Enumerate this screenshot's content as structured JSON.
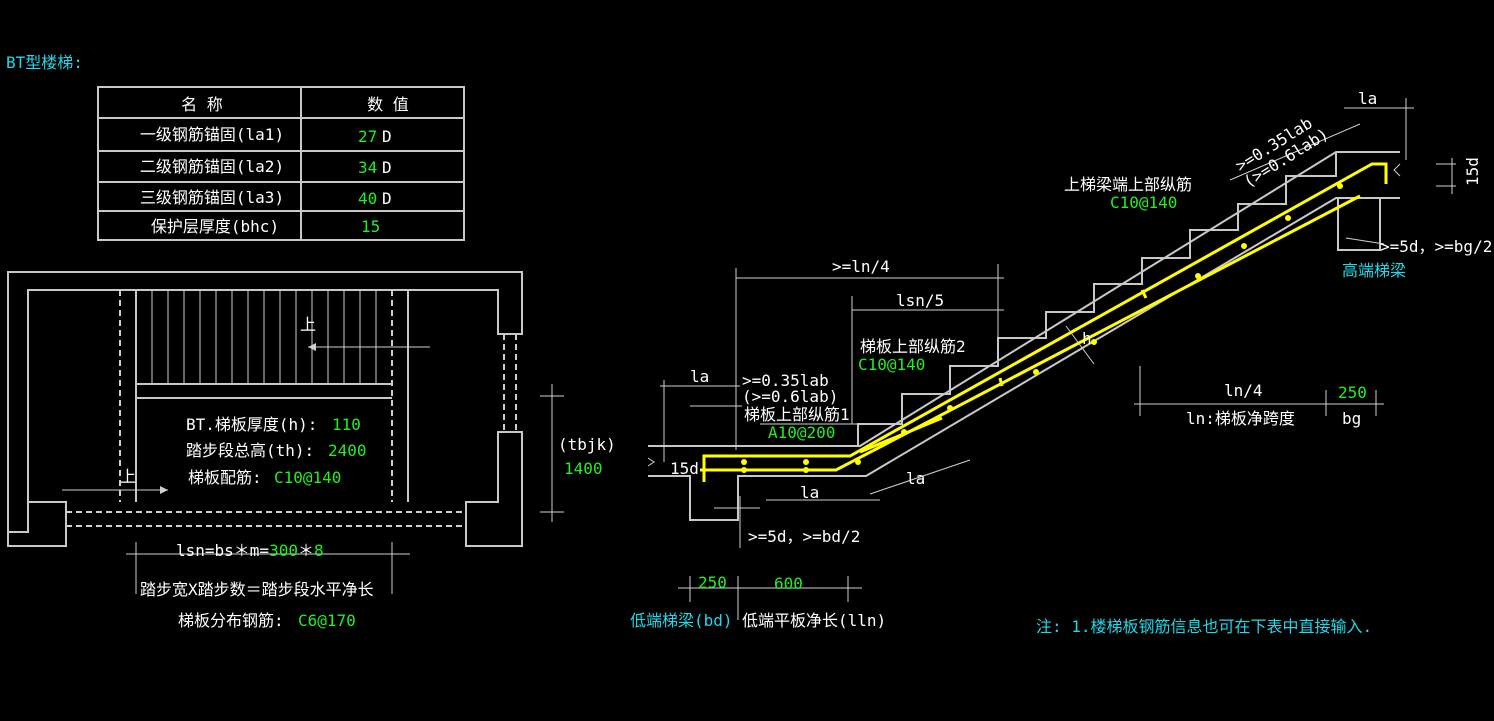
{
  "title": "BT型楼梯:",
  "table": {
    "headers": [
      "名 称",
      "数 值"
    ],
    "rows": [
      {
        "name": "一级钢筋锚固(la1)",
        "value": "27",
        "unit": "D"
      },
      {
        "name": "二级钢筋锚固(la2)",
        "value": "34",
        "unit": "D"
      },
      {
        "name": "三级钢筋锚固(la3)",
        "value": "40",
        "unit": "D"
      },
      {
        "name": "保护层厚度(bhc)",
        "value": "15",
        "unit": ""
      }
    ]
  },
  "plan": {
    "up_label": "上",
    "thickness_label": "BT.梯板厚度(h):",
    "thickness_value": "110",
    "height_label": "踏步段总高(th):",
    "height_value": "2400",
    "rebar_label": "梯板配筋:",
    "rebar_value": "C10@140",
    "tbjk_label": "(tbjk)",
    "tbjk_value": "1400",
    "lsn_label": "lsn=bs＊m=",
    "lsn_bs": "300",
    "lsn_mult": "＊",
    "lsn_m": "8",
    "lsn_desc": "踏步宽X踏步数＝踏步段水平净长",
    "dist_label": "梯板分布钢筋:",
    "dist_value": "C6@170"
  },
  "section": {
    "ln4_top": ">=ln/4",
    "lsn5": "lsn/5",
    "top_bar2_label": "梯板上部纵筋2",
    "top_bar2_value": "C10@140",
    "la_left": "la",
    "anchor1": ">=0.35lab",
    "anchor2": "(>=0.6lab)",
    "top_bar1_label": "梯板上部纵筋1",
    "top_bar1_value": "A10@200",
    "d15_left": "15d",
    "la_bottom1": "la",
    "la_bottom2": "la",
    "bd_note": ">=5d，>=bd/2",
    "dim_250_left": "250",
    "dim_600": "600",
    "low_beam": "低端梯梁(bd)",
    "low_plate": "低端平板净长(lln)",
    "h_label": "h",
    "high_bar_label": "上梯梁端上部纵筋",
    "high_bar_value": "C10@140",
    "anchor_r1": ">=0.35lab",
    "anchor_r2": "(>=0.6lab)",
    "la_top": "la",
    "d15_right": "15d",
    "bg_note": ">=5d，>=bg/2",
    "high_beam": "高端梯梁",
    "ln4_right": "ln/4",
    "dim_250_right": "250",
    "ln_desc": "ln:梯板净跨度",
    "bg": "bg",
    "note": "注: 1.楼梯板钢筋信息也可在下表中直接输入."
  },
  "colors": {
    "white": "#ffffff",
    "green": "#22ee22",
    "cyan": "#22d8e8",
    "yellow": "#ffff00",
    "line": "#c8c8c8"
  }
}
